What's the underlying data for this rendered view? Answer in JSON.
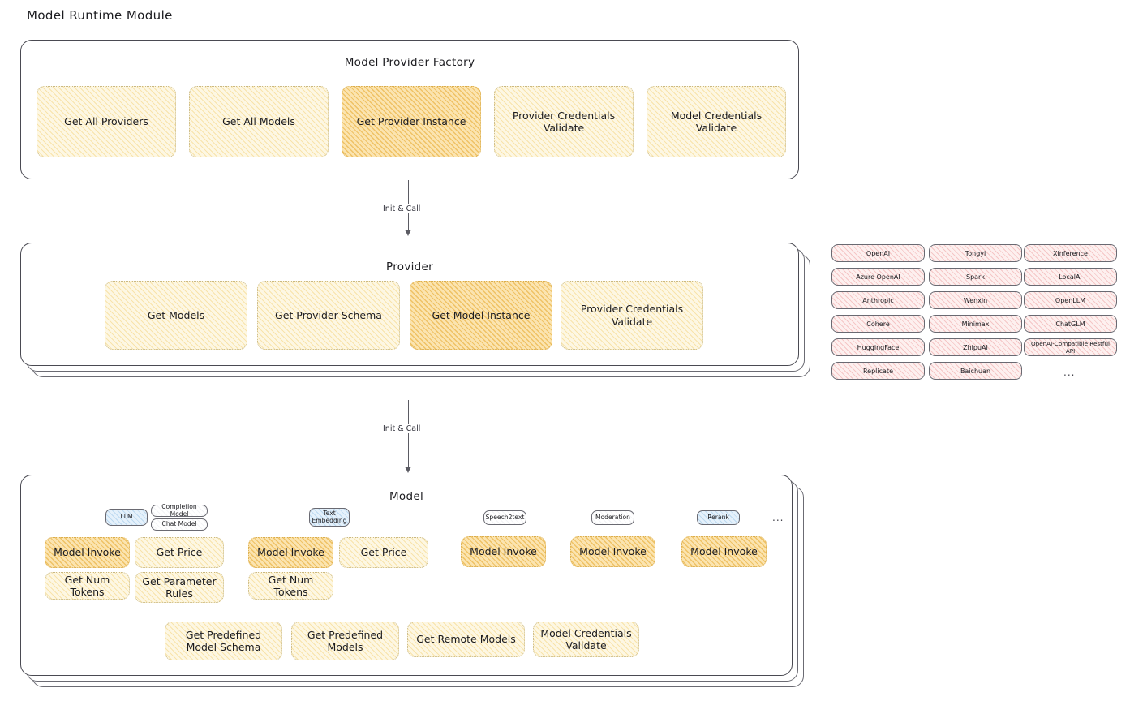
{
  "page": {
    "title": "Model Runtime Module",
    "background_color": "#ffffff",
    "accent_yellow": "#fdf7e3",
    "accent_yellow_highlight": "#fbe4b0",
    "accent_pink": "#fdf0ef",
    "accent_blue": "#e5f1fb"
  },
  "factory": {
    "title": "Model Provider Factory",
    "methods": [
      {
        "label": "Get All Providers",
        "highlighted": false
      },
      {
        "label": "Get All Models",
        "highlighted": false
      },
      {
        "label": "Get Provider Instance",
        "highlighted": true
      },
      {
        "label": "Provider Credentials Validate",
        "highlighted": false
      },
      {
        "label": "Model Credentials Validate",
        "highlighted": false
      }
    ]
  },
  "arrow1": {
    "label": "Init & Call"
  },
  "provider": {
    "title": "Provider",
    "methods": [
      {
        "label": "Get Models",
        "highlighted": false
      },
      {
        "label": "Get Provider Schema",
        "highlighted": false
      },
      {
        "label": "Get Model Instance",
        "highlighted": true
      },
      {
        "label": "Provider Credentials Validate",
        "highlighted": false
      }
    ]
  },
  "provider_list": {
    "columns": [
      [
        "OpenAI",
        "Azure OpenAI",
        "Anthropic",
        "Cohere",
        "HuggingFace",
        "Replicate"
      ],
      [
        "Tongyi",
        "Spark",
        "Wenxin",
        "Minimax",
        "ZhipuAI",
        "Baichuan"
      ],
      [
        "Xinference",
        "LocalAI",
        "OpenLLM",
        "ChatGLM",
        "OpenAI-Compatible Restful API"
      ]
    ],
    "more": "..."
  },
  "arrow2": {
    "label": "Init & Call"
  },
  "model": {
    "title": "Model",
    "more": "...",
    "types": [
      {
        "badges": [
          {
            "label": "LLM",
            "style": "blue"
          },
          {
            "label": "Completion Model",
            "style": "white"
          },
          {
            "label": "Chat Model",
            "style": "white"
          }
        ],
        "methods": [
          {
            "label": "Model Invoke",
            "highlighted": true
          },
          {
            "label": "Get Price",
            "highlighted": false
          },
          {
            "label": "Get Num Tokens",
            "highlighted": false
          },
          {
            "label": "Get Parameter Rules",
            "highlighted": false
          }
        ]
      },
      {
        "badges": [
          {
            "label": "Text Embedding",
            "style": "blue"
          }
        ],
        "methods": [
          {
            "label": "Model Invoke",
            "highlighted": true
          },
          {
            "label": "Get Price",
            "highlighted": false
          },
          {
            "label": "Get Num Tokens",
            "highlighted": false
          }
        ]
      },
      {
        "badges": [
          {
            "label": "Speech2text",
            "style": "white"
          }
        ],
        "methods": [
          {
            "label": "Model Invoke",
            "highlighted": true
          }
        ]
      },
      {
        "badges": [
          {
            "label": "Moderation",
            "style": "white"
          }
        ],
        "methods": [
          {
            "label": "Model Invoke",
            "highlighted": true
          }
        ]
      },
      {
        "badges": [
          {
            "label": "Rerank",
            "style": "blue"
          }
        ],
        "methods": [
          {
            "label": "Model Invoke",
            "highlighted": true
          }
        ]
      }
    ],
    "shared_methods": [
      {
        "label": "Get Predefined Model Schema"
      },
      {
        "label": "Get Predefined Models"
      },
      {
        "label": "Get Remote Models"
      },
      {
        "label": "Model Credentials Validate"
      }
    ]
  }
}
